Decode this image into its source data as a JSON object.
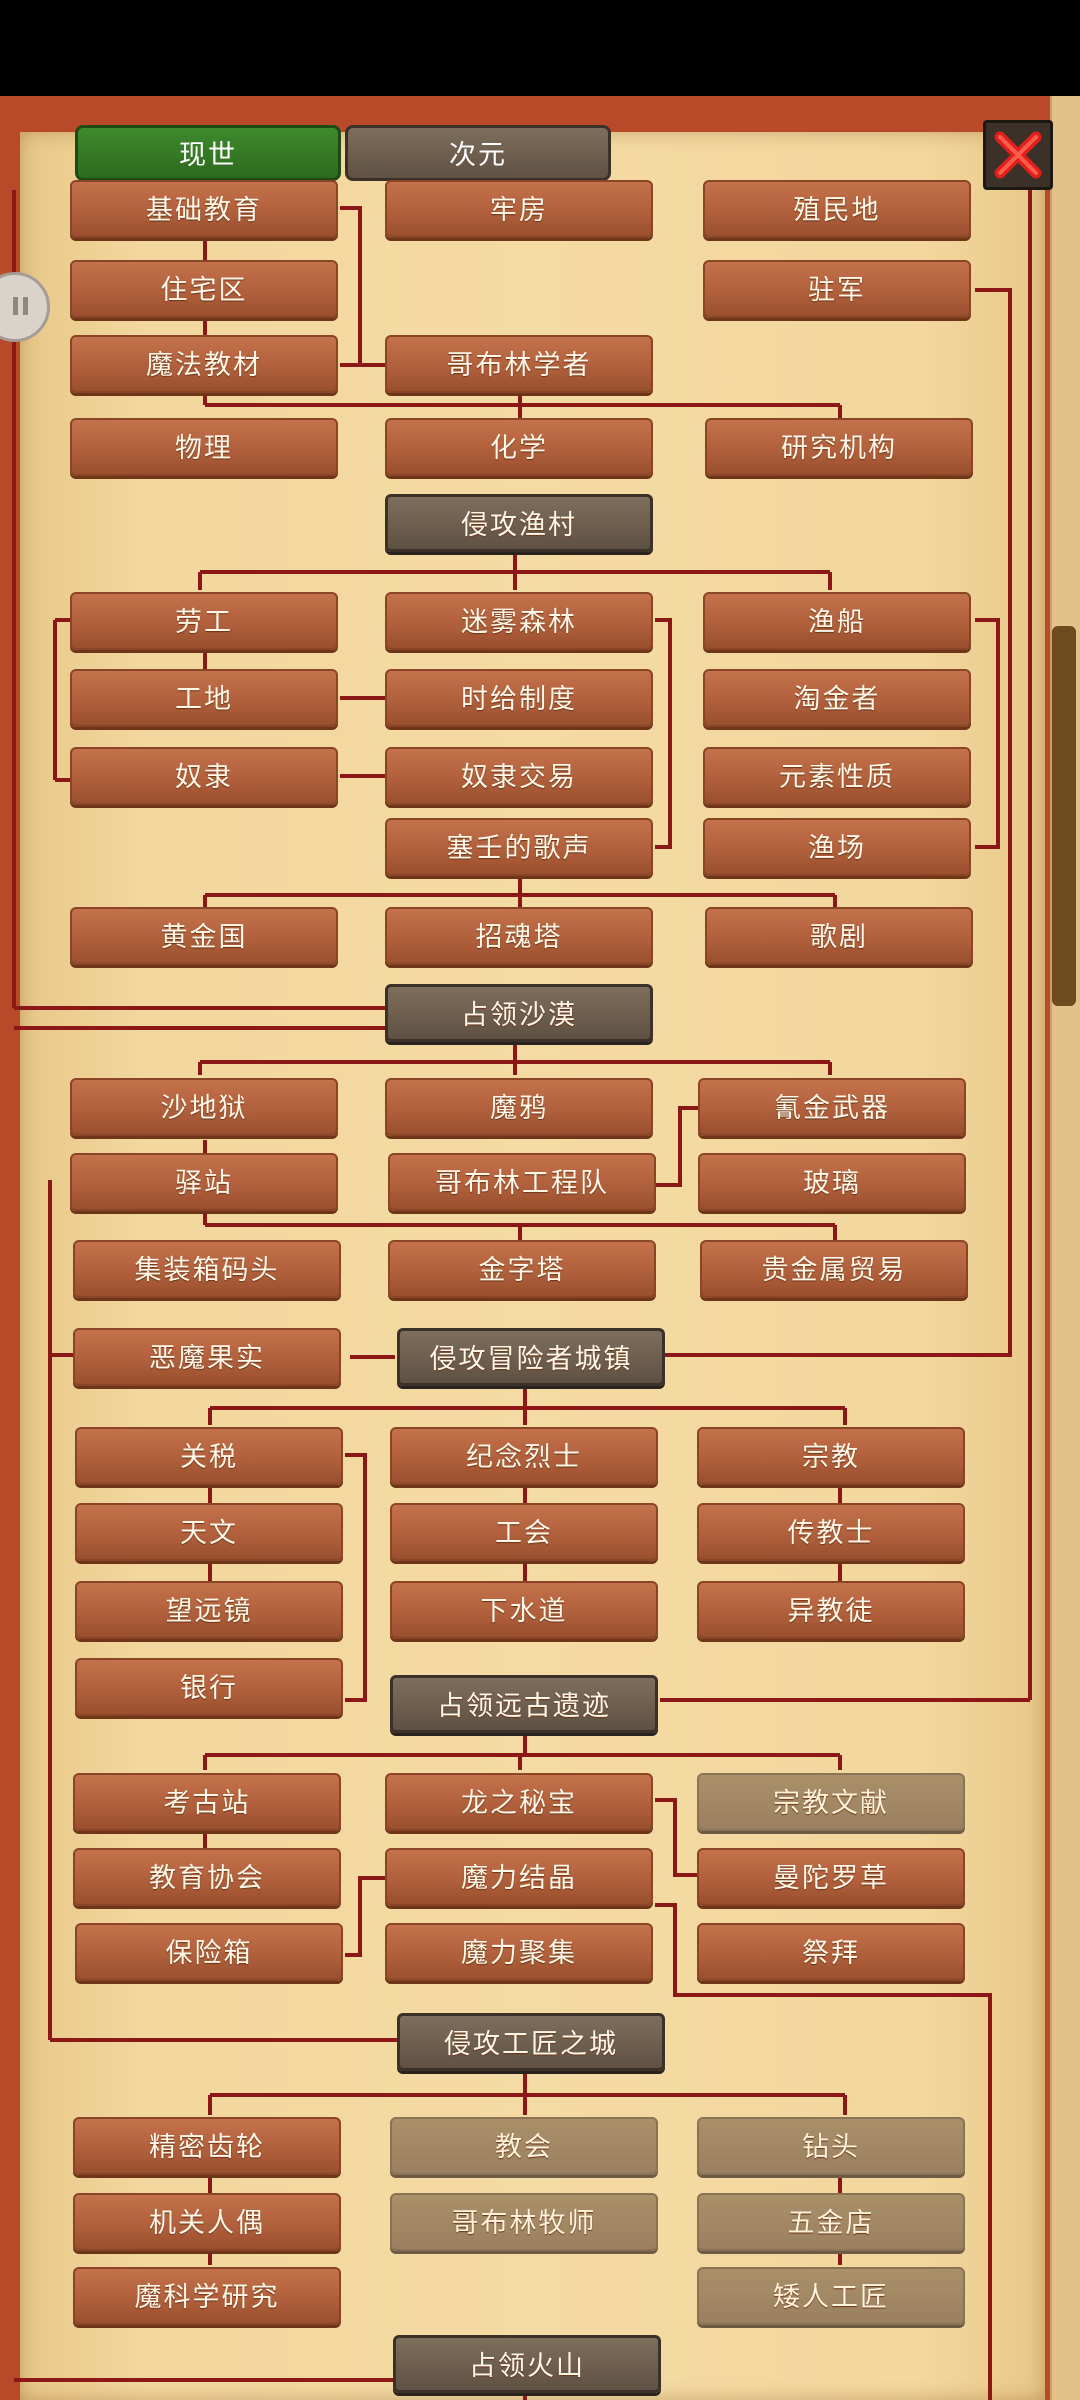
{
  "tabs": {
    "active": "现世",
    "inactive": "次元"
  },
  "icons": {
    "close": "close-x-icon",
    "side": "pause-handle-icon"
  },
  "colors": {
    "line": "#8b1717",
    "node": "#b1603c",
    "locked": "#9a8060",
    "stage": "#5f5143",
    "tab_active": "#2c6a1e"
  },
  "stages": {
    "s1": "侵攻渔村",
    "s2": "占领沙漠",
    "s3": "侵攻冒险者城镇",
    "s4": "占领远古遗迹",
    "s5": "侵攻工匠之城",
    "s6": "占领火山"
  },
  "nodes": {
    "n01": "基础教育",
    "n02": "牢房",
    "n03": "殖民地",
    "n04": "住宅区",
    "n05": "驻军",
    "n06": "魔法教材",
    "n07": "哥布林学者",
    "n08": "物理",
    "n09": "化学",
    "n10": "研究机构",
    "n11": "劳工",
    "n12": "迷雾森林",
    "n13": "渔船",
    "n14": "工地",
    "n15": "时给制度",
    "n16": "淘金者",
    "n17": "奴隶",
    "n18": "奴隶交易",
    "n19": "元素性质",
    "n20": "塞壬的歌声",
    "n21": "渔场",
    "n22": "黄金国",
    "n23": "招魂塔",
    "n24": "歌剧",
    "n25": "沙地狱",
    "n26": "魔鸦",
    "n27": "氰金武器",
    "n28": "驿站",
    "n29": "哥布林工程队",
    "n30": "玻璃",
    "n31": "集装箱码头",
    "n32": "金字塔",
    "n33": "贵金属贸易",
    "n34": "恶魔果实",
    "n35": "关税",
    "n36": "纪念烈士",
    "n37": "宗教",
    "n38": "天文",
    "n39": "工会",
    "n40": "传教士",
    "n41": "望远镜",
    "n42": "下水道",
    "n43": "异教徒",
    "n44": "银行",
    "n45": "考古站",
    "n46": "龙之秘宝",
    "n47": "宗教文献",
    "n48": "教育协会",
    "n49": "魔力结晶",
    "n50": "曼陀罗草",
    "n51": "保险箱",
    "n52": "魔力聚集",
    "n53": "祭拜",
    "n54": "精密齿轮",
    "n55": "教会",
    "n56": "钻头",
    "n57": "机关人偶",
    "n58": "哥布林牧师",
    "n59": "五金店",
    "n60": "魔科学研究",
    "n61": "矮人工匠"
  }
}
